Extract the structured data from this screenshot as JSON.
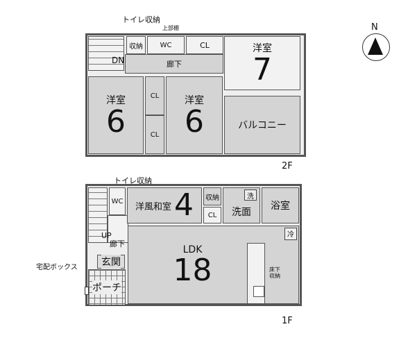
{
  "compass": {
    "north": "N"
  },
  "floor2": {
    "label": "2F",
    "toilet_storage": "トイレ収納",
    "upper_shelf": "上部棚",
    "storage": "収納",
    "wc": "WC",
    "closet": "CL",
    "dn": "DN",
    "hallway": "廊下",
    "western_room_7": {
      "name": "洋室",
      "size": "7"
    },
    "western_room_6a": {
      "name": "洋室",
      "size": "6"
    },
    "western_room_6b": {
      "name": "洋室",
      "size": "6"
    },
    "closet_a": "CL",
    "closet_b": "CL",
    "balcony": "バルコニー"
  },
  "floor1": {
    "label": "1F",
    "toilet_storage": "トイレ収納",
    "wc": "WC",
    "up": "UP",
    "hallway": "廊下",
    "entrance": "玄関",
    "porch": "ポーチ",
    "delivery_box": "宅配ボックス",
    "japanese_western_room": {
      "name": "洋風和室",
      "size": "4"
    },
    "storage": "収納",
    "closet": "CL",
    "washroom": "洗面",
    "washer": "洗",
    "bathroom": "浴室",
    "fridge": "冷",
    "ldk": {
      "name": "LDK",
      "size": "18"
    },
    "underfloor_storage": "床下収納"
  }
}
